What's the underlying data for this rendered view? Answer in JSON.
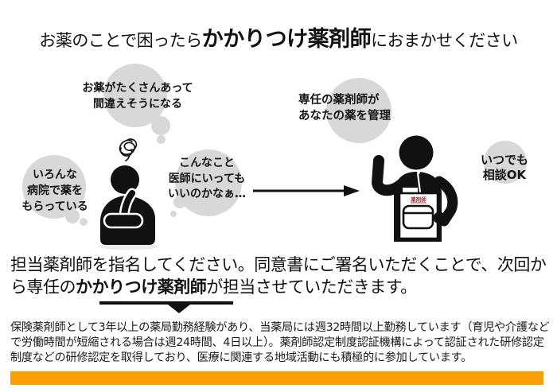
{
  "title": {
    "pre": "お薬のことで困ったら",
    "emphasis": "かかりつけ薬剤師",
    "post": "におまかせください"
  },
  "thought_bubbles": {
    "many_meds": {
      "line1": "お薬がたくさんあって",
      "line2": "間違えそうになる"
    },
    "many_hospitals": {
      "line1": "いろんな",
      "line2": "病院で薬を",
      "line3": "もらっている"
    },
    "hesitate_doctor": {
      "line1": "こんなこと",
      "line2": "医師にいっても",
      "line3": "いいのかなぁ…"
    }
  },
  "pharmacist_side": {
    "manage": {
      "line1": "専任の薬剤師が",
      "line2": "あなたの薬を管理"
    },
    "anytime": {
      "line1": "いつでも",
      "line2": "相談OK"
    },
    "bag_label": "薬剤師"
  },
  "statement": {
    "part1": "担当薬剤師を指名してください。同意書にご署名いただくことで、次回から専任の",
    "emphasis": "かかりつけ薬剤師",
    "part2": "が担当させていただきます。"
  },
  "fine_print": "保険薬剤師として3年以上の薬局勤務経験があり、当薬局には週32時間以上勤務しています（育児や介護などで労働時間が短縮される場合は週24時間、4日以上）。薬剤師認定制度認証機構によって認証された研修認定制度などの研修認定を取得しており、医療に関連する地域活動にも積極的に参加しています。",
  "icons": {
    "scribble": "confusion-scribble",
    "arrow": "right-arrow",
    "patient": "thinking-person-pictogram",
    "pharmacist": "pharmacist-with-medicine-bag-pictogram"
  },
  "colors": {
    "accent_bar": "#F9A005",
    "bubble_gray": "#D8D8D8",
    "ink": "#111111"
  }
}
